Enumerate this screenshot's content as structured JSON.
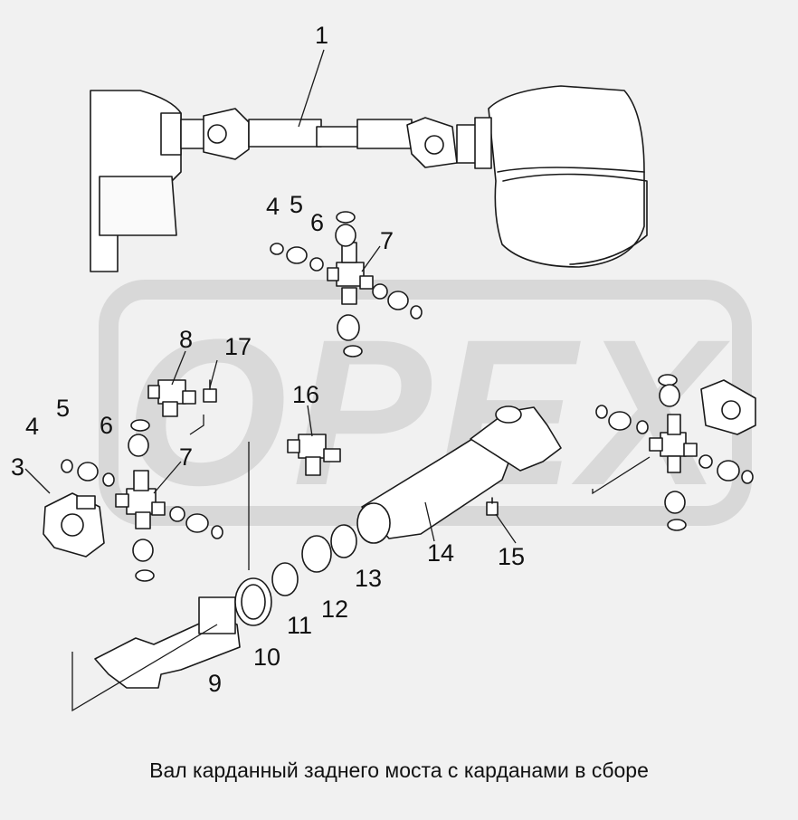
{
  "watermark": {
    "text": "OPEX",
    "color": "#d9d9d9"
  },
  "callouts": {
    "n1": "1",
    "n2": "3",
    "n4a": "4",
    "n5a": "5",
    "n6a": "6",
    "n7a": "7",
    "n4b": "4",
    "n5b": "5",
    "n6b": "6",
    "n7b": "7",
    "n8": "8",
    "n9": "9",
    "n10": "10",
    "n11": "11",
    "n12": "12",
    "n13": "13",
    "n14": "14",
    "n15": "15",
    "n16": "16",
    "n17": "17"
  },
  "caption": "Вал карданный заднего моста с карданами в сборе",
  "colors": {
    "line": "#1a1a1a",
    "part_fill": "#ffffff",
    "background": "#f1f1f1"
  }
}
